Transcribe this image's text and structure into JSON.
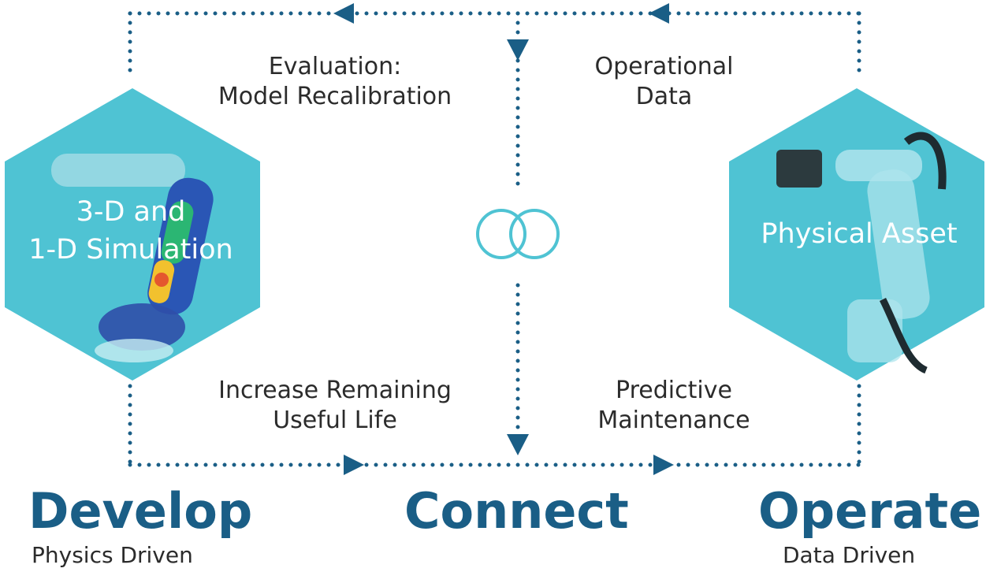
{
  "colors": {
    "accent": "#1a5e86",
    "hexagon": "#4fc3d3",
    "text": "#2b2b2b"
  },
  "left_hexagon": {
    "line1": "3-D and",
    "line2": "1-D Simulation"
  },
  "right_hexagon": {
    "label": "Physical Asset"
  },
  "top_left_label": {
    "line1": "Evaluation:",
    "line2": "Model Recalibration"
  },
  "top_right_label": {
    "line1": "Operational",
    "line2": "Data"
  },
  "bottom_left_label": {
    "line1": "Increase Remaining",
    "line2": "Useful Life"
  },
  "bottom_right_label": {
    "line1": "Predictive",
    "line2": "Maintenance"
  },
  "stages": {
    "develop": {
      "title": "Develop",
      "subtitle": "Physics Driven"
    },
    "connect": {
      "title": "Connect"
    },
    "operate": {
      "title": "Operate",
      "subtitle": "Data Driven"
    }
  },
  "icons": {
    "center": "interlocking-rings-icon",
    "arrows": "triangle-arrow-icon"
  }
}
